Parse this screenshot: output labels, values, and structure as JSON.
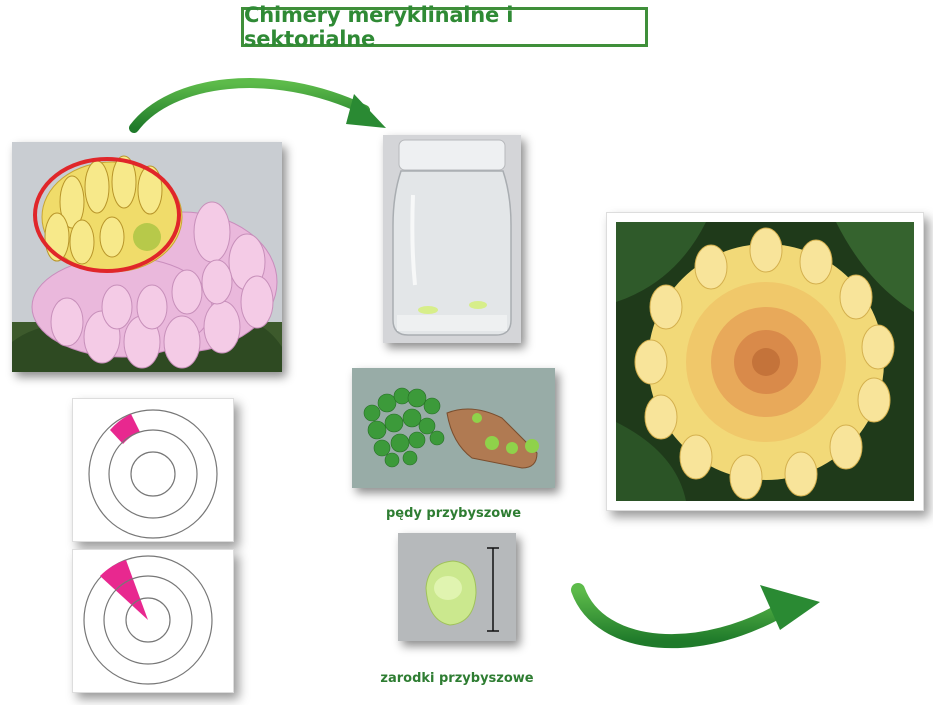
{
  "title": "Chimery meryklinalne i sektorialne",
  "captions": {
    "shoots": "pędy przybyszowe",
    "embryos": "zarodki przybyszowe"
  },
  "colors": {
    "accent_green": "#2e7d32",
    "highlight_red": "#e0262a",
    "sector_pink": "#e8288f"
  }
}
